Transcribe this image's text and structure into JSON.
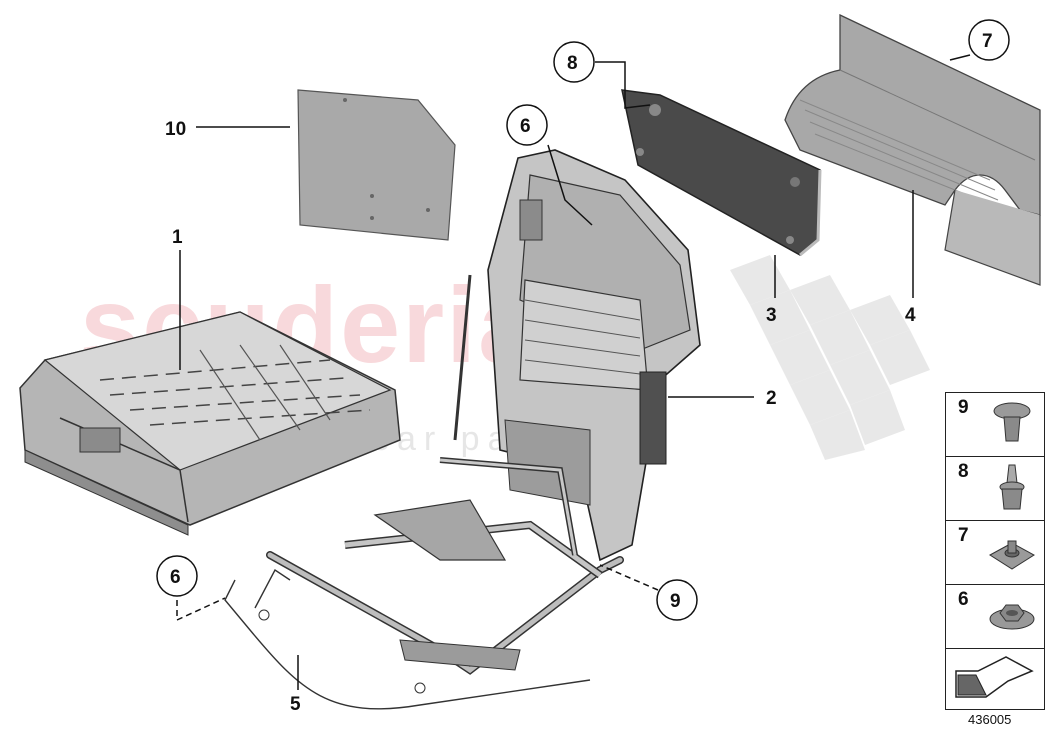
{
  "watermark": {
    "brand": "scuderia",
    "sub": "car parts"
  },
  "callouts": {
    "c1": "1",
    "c2": "2",
    "c3": "3",
    "c4": "4",
    "c5": "5",
    "c6a": "6",
    "c6b": "6",
    "c7": "7",
    "c8": "8",
    "c9": "9",
    "c10": "10"
  },
  "legend": {
    "items": [
      {
        "num": "9",
        "icon": "push-rivet-icon"
      },
      {
        "num": "8",
        "icon": "expanding-clip-icon"
      },
      {
        "num": "7",
        "icon": "square-clip-nut-icon"
      },
      {
        "num": "6",
        "icon": "hex-flange-nut-icon"
      }
    ],
    "arrow_icon": "direction-arrow-icon"
  },
  "diagram_code": "436005",
  "colors": {
    "part_fill": "#a7a7a7",
    "part_dark": "#6e6e6e",
    "panel_dark": "#4a4a4a",
    "line": "#111111"
  }
}
